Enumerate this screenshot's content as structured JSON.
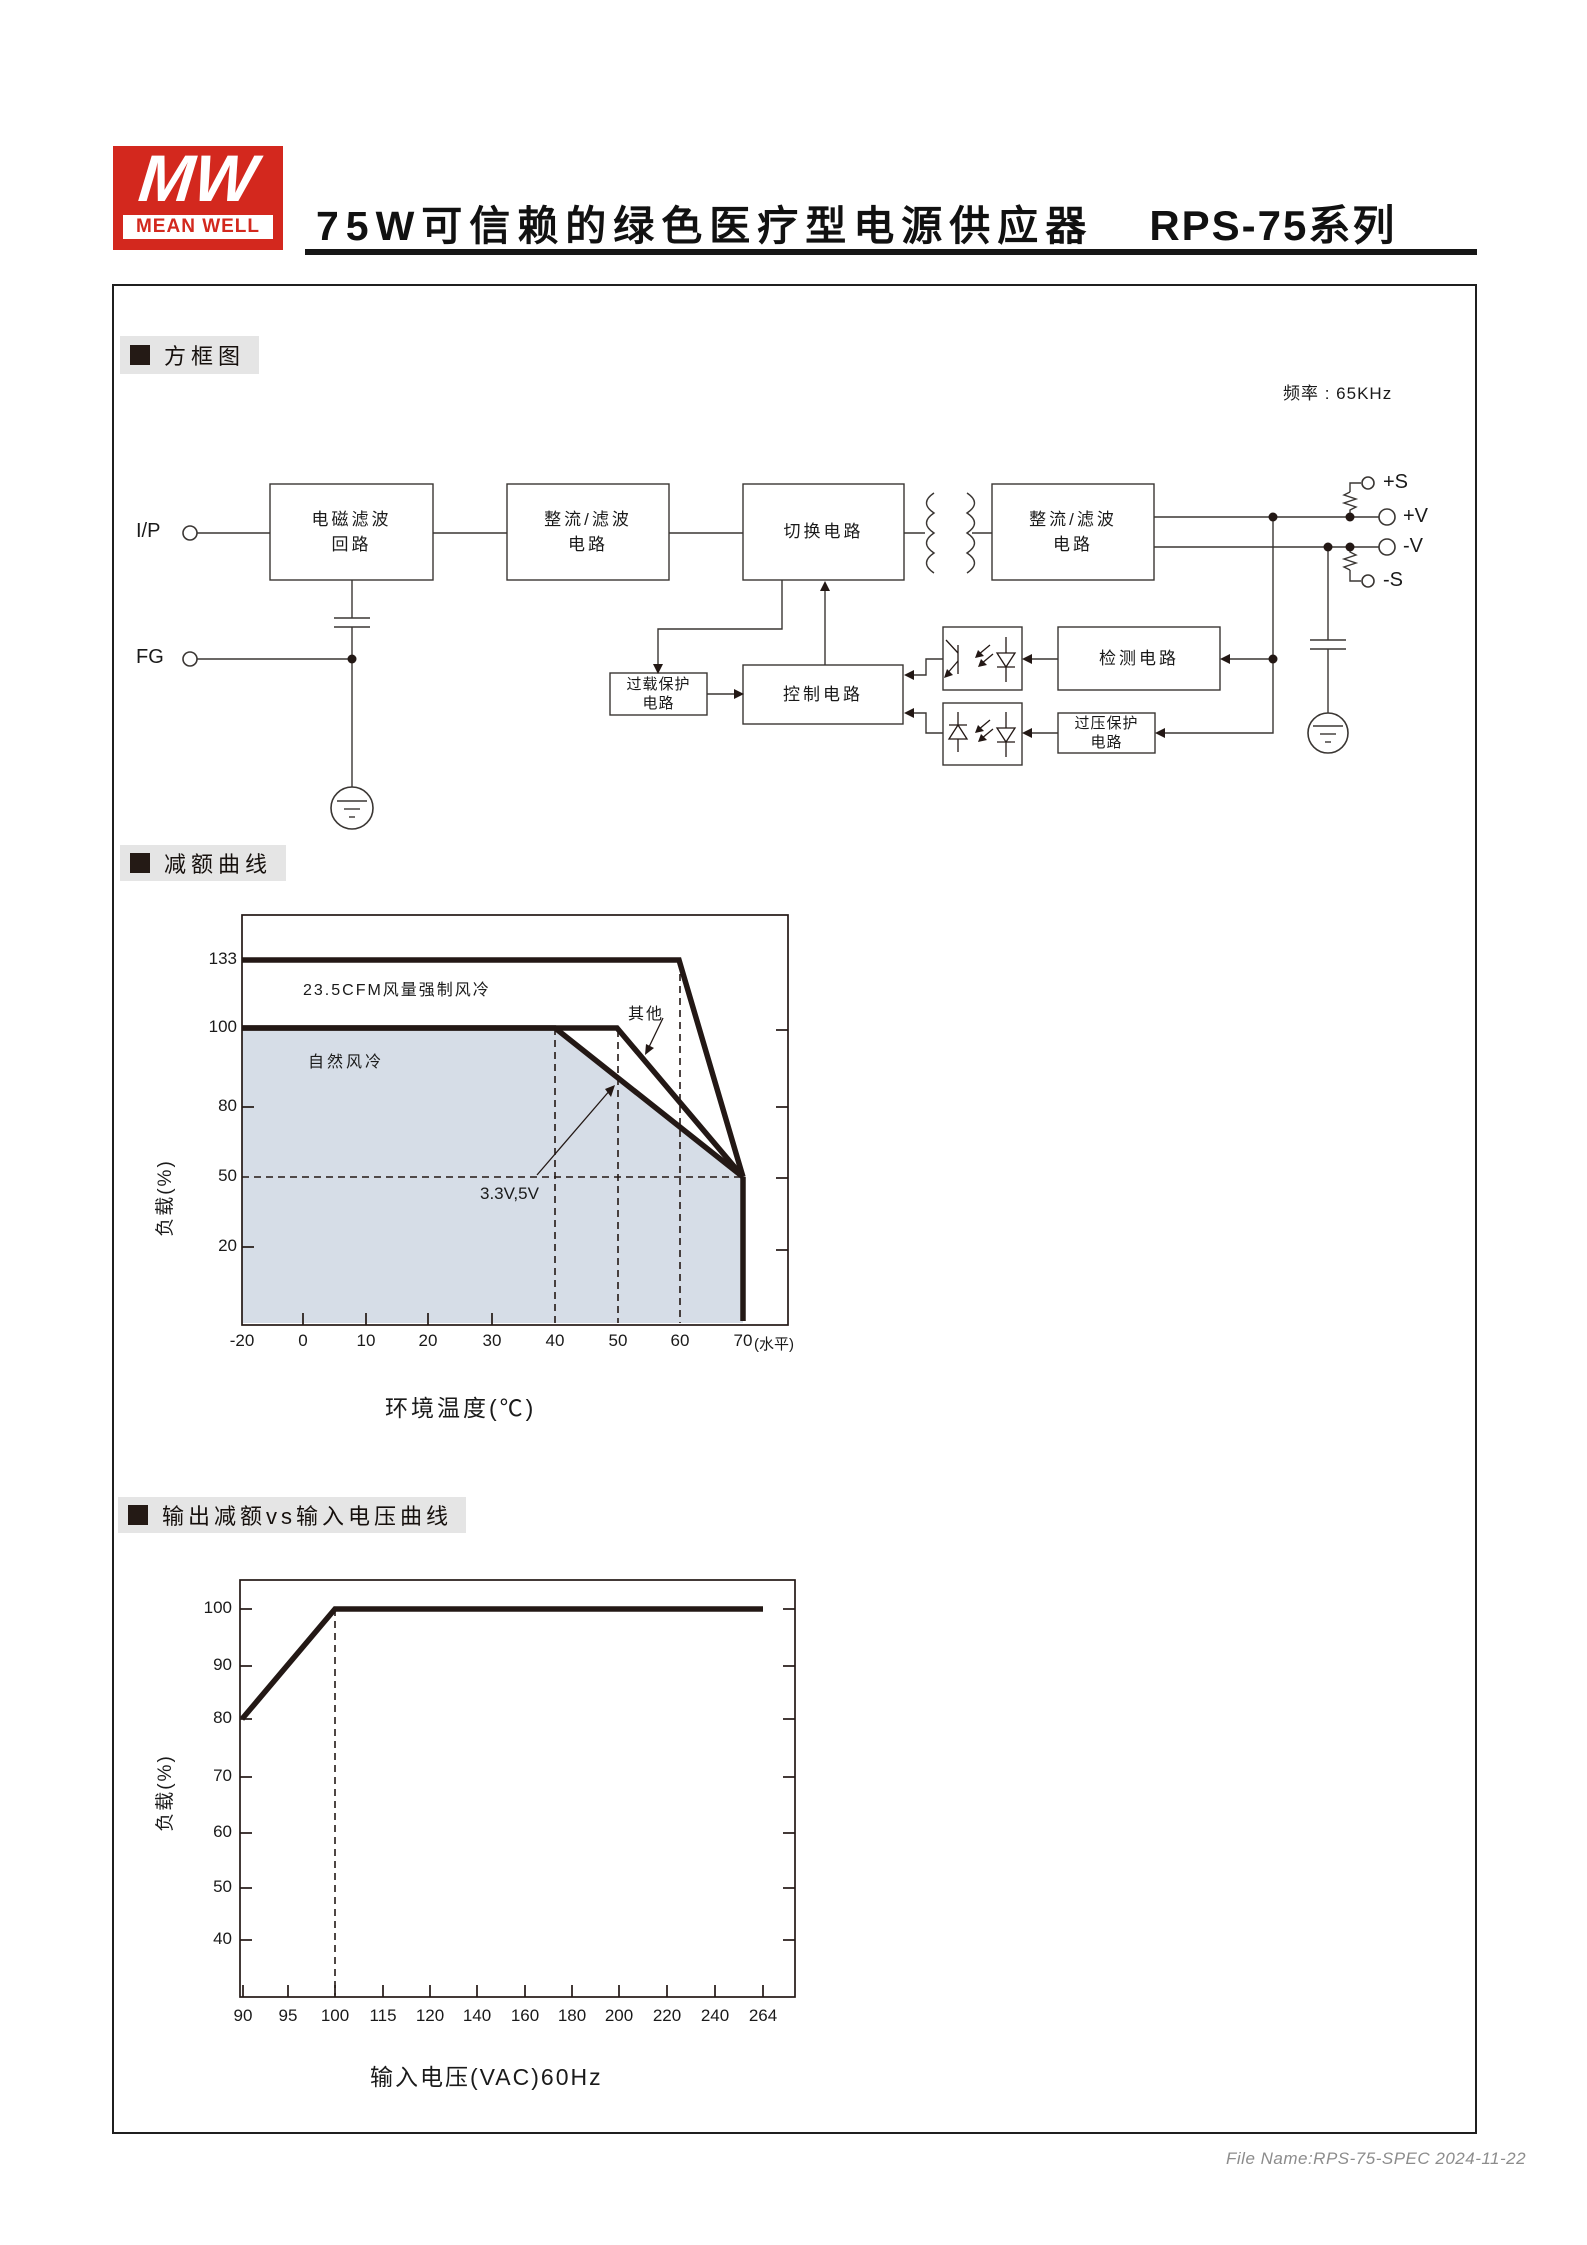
{
  "header": {
    "logo_mw": "MW",
    "logo_name": "MEAN WELL",
    "title": "75W可信赖的绿色医疗型电源供应器",
    "series": "RPS-75系列"
  },
  "section_titles": {
    "block_diagram": "方框图",
    "derating": "减额曲线",
    "output_vs_input": "输出减额vs输入电压曲线"
  },
  "block_diagram": {
    "frequency": "频率 : 65KHz",
    "terminal_ip": "I/P",
    "terminal_fg": "FG",
    "terminal_ps": "+S",
    "terminal_pv": "+V",
    "terminal_nv": "-V",
    "terminal_ns": "-S",
    "block_emi": "电磁滤波\n回路",
    "block_rectifier_in": "整流/滤波\n电路",
    "block_switching": "切换电路",
    "block_rectifier_out": "整流/滤波\n电路",
    "block_overload": "过载保护\n电路",
    "block_control": "控制电路",
    "block_detection": "检测电路",
    "block_overvoltage": "过压保护\n电路"
  },
  "chart_data": [
    {
      "type": "line",
      "title": "减额曲线",
      "xlabel": "环境温度(℃)",
      "ylabel": "负载(%)",
      "x_unit_note": "(水平)",
      "x_ticks": [
        -20,
        0,
        10,
        20,
        30,
        40,
        50,
        60,
        70
      ],
      "y_ticks": [
        20,
        50,
        80,
        100,
        133
      ],
      "ylim": [
        0,
        145
      ],
      "grid": false,
      "series": [
        {
          "name": "23.5CFM风量强制风冷",
          "points": [
            [
              -20,
              133
            ],
            [
              60,
              133
            ],
            [
              70,
              50
            ],
            [
              70,
              0
            ]
          ]
        },
        {
          "name": "其他",
          "points": [
            [
              -20,
              100
            ],
            [
              50,
              100
            ],
            [
              70,
              50
            ],
            [
              70,
              0
            ]
          ]
        },
        {
          "name": "3.3V,5V",
          "points": [
            [
              -20,
              100
            ],
            [
              40,
              100
            ],
            [
              70,
              50
            ],
            [
              70,
              0
            ]
          ]
        }
      ],
      "shaded_region_label": "自然风冷",
      "dashed_guides": {
        "horizontal_y": [
          50
        ],
        "vertical_x": [
          40,
          50,
          60
        ]
      }
    },
    {
      "type": "line",
      "title": "输出减额vs输入电压曲线",
      "xlabel": "输入电压(VAC)60Hz",
      "ylabel": "负载(%)",
      "x_ticks": [
        90,
        95,
        100,
        115,
        120,
        140,
        160,
        180,
        200,
        220,
        240,
        264
      ],
      "y_ticks": [
        40,
        50,
        60,
        70,
        80,
        90,
        100
      ],
      "ylim": [
        30,
        105
      ],
      "grid": false,
      "series": [
        {
          "name": "负载",
          "points": [
            [
              90,
              80
            ],
            [
              100,
              100
            ],
            [
              264,
              100
            ]
          ]
        }
      ],
      "dashed_guides": {
        "vertical_x": [
          100
        ]
      }
    }
  ],
  "footer": {
    "file_info": "File Name:RPS-75-SPEC  2024-11-22"
  },
  "colors": {
    "brand_red": "#d3281e",
    "line_dark": "#231815",
    "chart_fill": "#d6dde7",
    "section_bg": "#e5e5e5",
    "footer_gray": "#8c8c8c"
  }
}
